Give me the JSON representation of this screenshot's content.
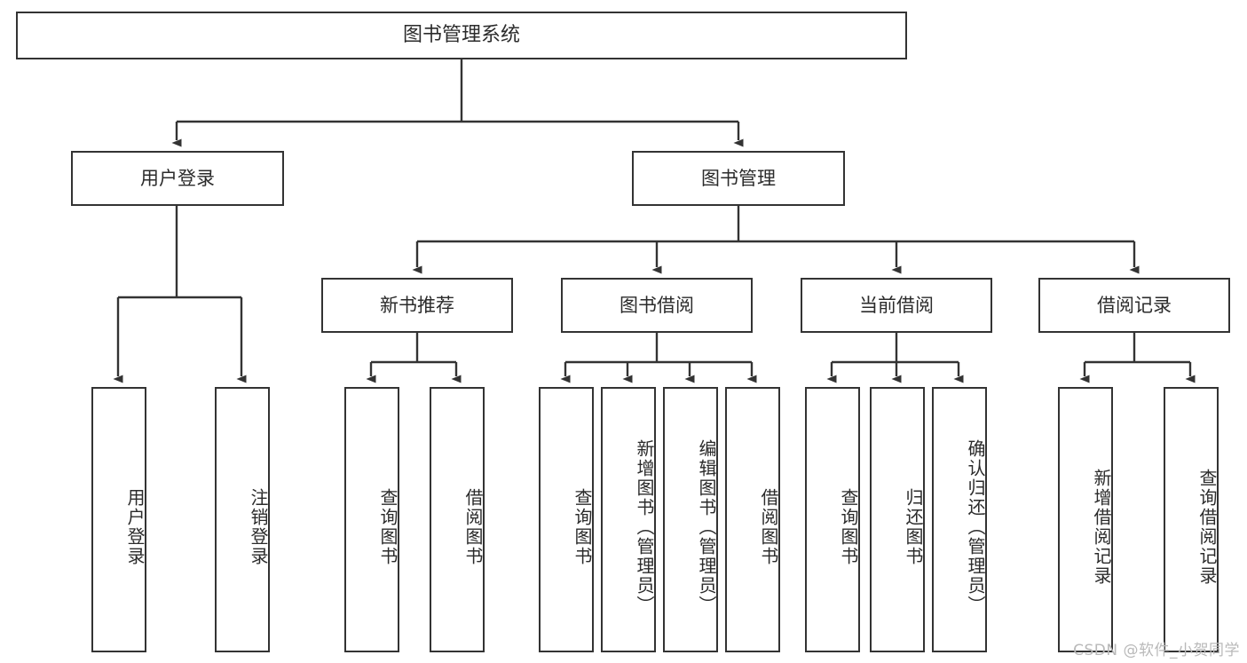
{
  "diagram": {
    "title": "图书管理系统",
    "type": "tree",
    "stroke_color": "#333333",
    "text_color": "#2b2b2b",
    "background_color": "#ffffff",
    "nodes": {
      "root": {
        "label": "图书管理系统"
      },
      "l2": [
        {
          "label": "用户登录"
        },
        {
          "label": "图书管理"
        }
      ],
      "l3": [
        {
          "label": "新书推荐"
        },
        {
          "label": "图书借阅"
        },
        {
          "label": "当前借阅"
        },
        {
          "label": "借阅记录"
        }
      ],
      "leaves_user_login": [
        {
          "label": "用户登录"
        },
        {
          "label": "注销登录"
        }
      ],
      "leaves_new_book": [
        {
          "label": "查询图书"
        },
        {
          "label": "借阅图书"
        }
      ],
      "leaves_borrow": [
        {
          "label": "查询图书"
        },
        {
          "label": "新增图书（管理员）"
        },
        {
          "label": "编辑图书（管理员）"
        },
        {
          "label": "借阅图书"
        }
      ],
      "leaves_current": [
        {
          "label": "查询图书"
        },
        {
          "label": "归还图书"
        },
        {
          "label": "确认归还（管理员）"
        }
      ],
      "leaves_records": [
        {
          "label": "新增借阅记录"
        },
        {
          "label": "查询借阅记录"
        }
      ]
    }
  },
  "watermark": {
    "text": "CSDN @软件_小贺同学"
  }
}
